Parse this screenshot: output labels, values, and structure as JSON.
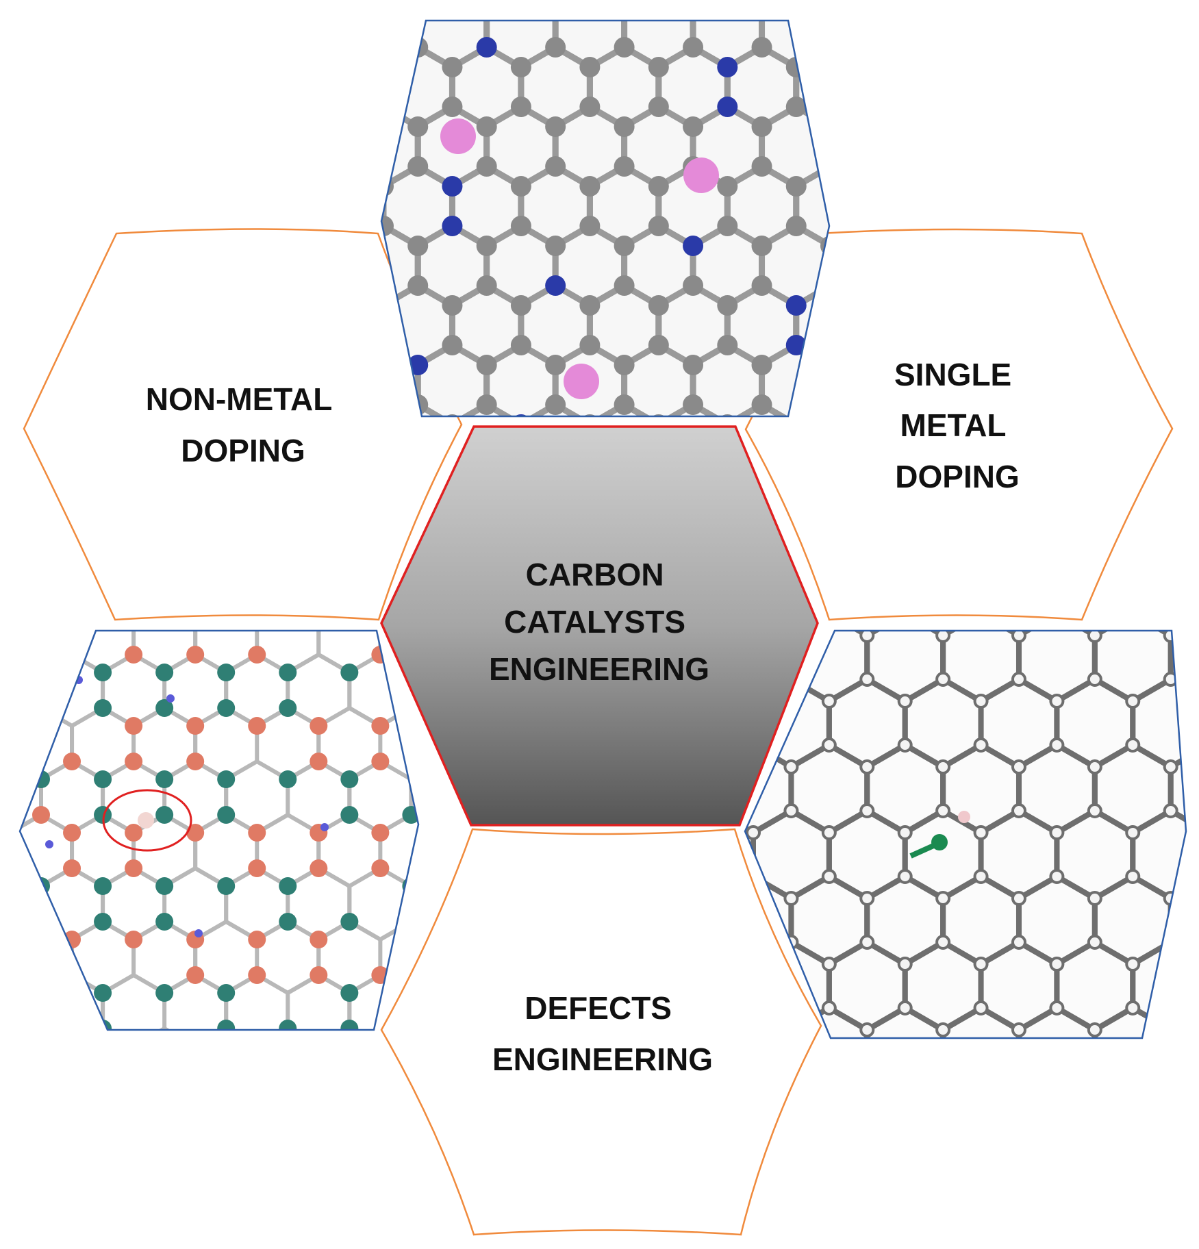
{
  "center": {
    "lines": [
      "CARBON",
      "CATALYSTS",
      "ENGINEERING"
    ]
  },
  "panels": {
    "non_metal": {
      "lines": [
        "NON-METAL",
        "DOPING"
      ]
    },
    "single_metal": {
      "lines": [
        "SINGLE",
        "METAL",
        "DOPING"
      ]
    },
    "defects": {
      "lines": [
        "DEFECTS",
        "ENGINEERING"
      ]
    }
  },
  "colors": {
    "center_border": "#e02020",
    "label_hex_border": "#f08a3c",
    "image_hex_border": "#2f5ea8",
    "gradient_top": "#cfcfcf",
    "gradient_bottom": "#5a5a5a",
    "carbon_atom": "#8a8a8a",
    "nitrogen_atom": "#2a3aa8",
    "metal_atom": "#e48ad8",
    "cn_carbon": "#2f7f74",
    "cn_nitrogen": "#e07a64",
    "cn_hydrogen": "#5a5ad8",
    "defect_marker": "#e02020",
    "single_atom": "#1a8a50"
  }
}
